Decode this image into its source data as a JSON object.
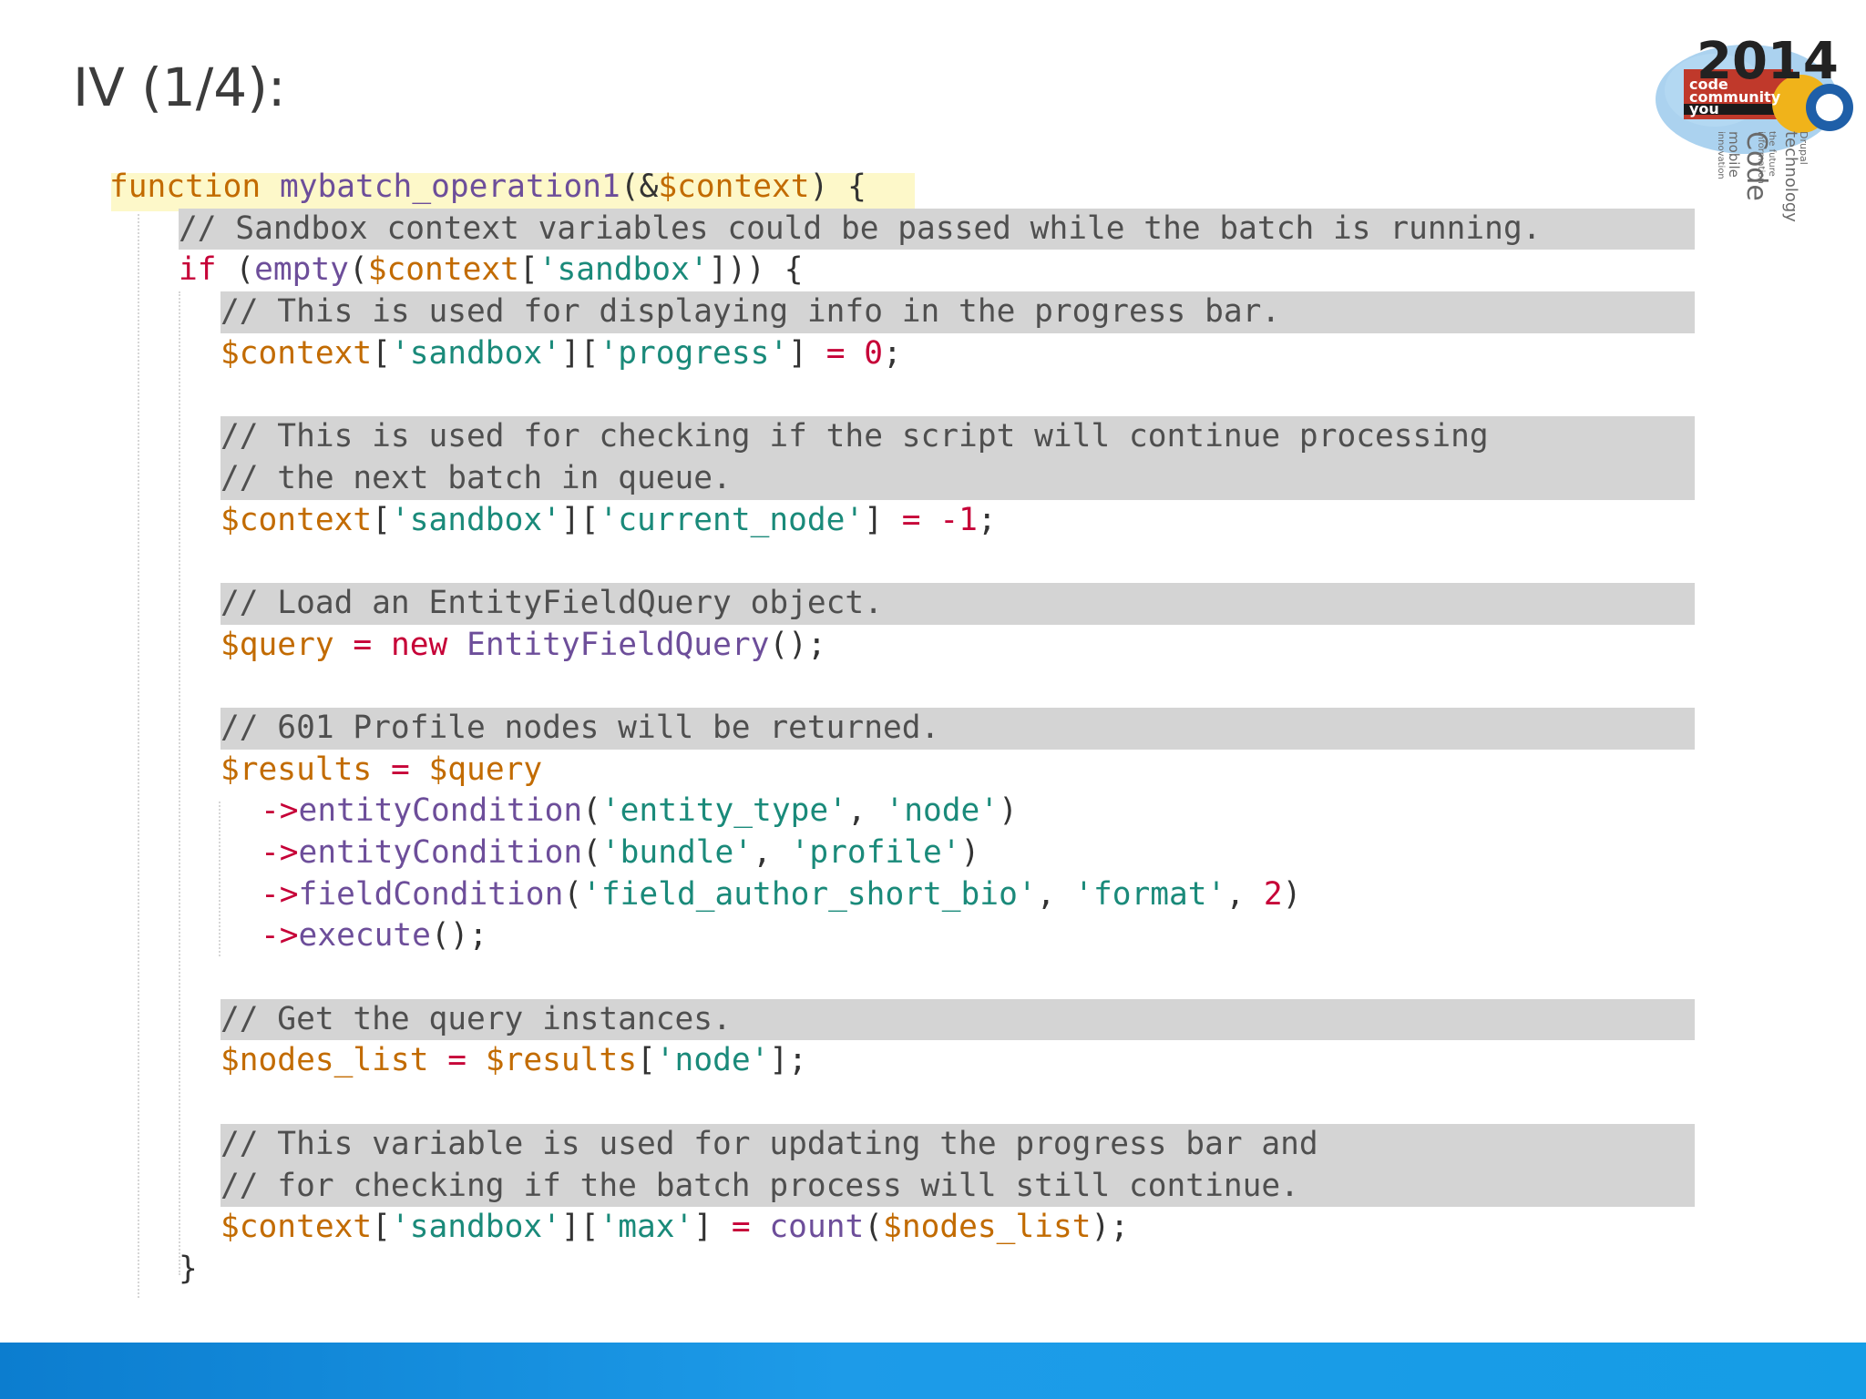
{
  "slide": {
    "title": "IV (1/4):"
  },
  "logo": {
    "year": "2014",
    "words": [
      "code",
      "community",
      "you"
    ],
    "side_words": [
      "mobile",
      "innovation",
      "Code",
      "information",
      "the future",
      "technology",
      "Drupal"
    ]
  },
  "code": {
    "lines": [
      {
        "indent": 0,
        "comment": false,
        "tokens": [
          [
            "kw",
            "function "
          ],
          [
            "fn",
            "mybatch_operation1"
          ],
          [
            "pun",
            "(&"
          ],
          [
            "var",
            "$context"
          ],
          [
            "pun",
            ") {"
          ]
        ]
      },
      {
        "indent": 1,
        "comment": true,
        "tokens": [
          [
            "cmt",
            "// Sandbox context variables could be passed while the batch is running."
          ]
        ]
      },
      {
        "indent": 1,
        "comment": false,
        "tokens": [
          [
            "kw2",
            "if "
          ],
          [
            "pun",
            "("
          ],
          [
            "fn",
            "empty"
          ],
          [
            "pun",
            "("
          ],
          [
            "var",
            "$context"
          ],
          [
            "pun",
            "["
          ],
          [
            "str",
            "'sandbox'"
          ],
          [
            "pun",
            "])) {"
          ]
        ]
      },
      {
        "indent": 2,
        "comment": true,
        "tokens": [
          [
            "cmt",
            "// This is used for displaying info in the progress bar."
          ]
        ]
      },
      {
        "indent": 2,
        "comment": false,
        "tokens": [
          [
            "var",
            "$context"
          ],
          [
            "pun",
            "["
          ],
          [
            "str",
            "'sandbox'"
          ],
          [
            "pun",
            "]["
          ],
          [
            "str",
            "'progress'"
          ],
          [
            "pun",
            "] "
          ],
          [
            "op",
            "="
          ],
          [
            "pun",
            " "
          ],
          [
            "num",
            "0"
          ],
          [
            "pun",
            ";"
          ]
        ]
      },
      {
        "indent": 2,
        "comment": false,
        "tokens": []
      },
      {
        "indent": 2,
        "comment": true,
        "tokens": [
          [
            "cmt",
            "// This is used for checking if the script will continue processing"
          ]
        ]
      },
      {
        "indent": 2,
        "comment": true,
        "tokens": [
          [
            "cmt",
            "// the next batch in queue."
          ]
        ]
      },
      {
        "indent": 2,
        "comment": false,
        "tokens": [
          [
            "var",
            "$context"
          ],
          [
            "pun",
            "["
          ],
          [
            "str",
            "'sandbox'"
          ],
          [
            "pun",
            "]["
          ],
          [
            "str",
            "'current_node'"
          ],
          [
            "pun",
            "] "
          ],
          [
            "op",
            "="
          ],
          [
            "pun",
            " "
          ],
          [
            "num",
            "-1"
          ],
          [
            "pun",
            ";"
          ]
        ]
      },
      {
        "indent": 2,
        "comment": false,
        "tokens": []
      },
      {
        "indent": 2,
        "comment": true,
        "tokens": [
          [
            "cmt",
            "// Load an EntityFieldQuery object."
          ]
        ]
      },
      {
        "indent": 2,
        "comment": false,
        "tokens": [
          [
            "var",
            "$query"
          ],
          [
            "pun",
            " "
          ],
          [
            "op",
            "="
          ],
          [
            "pun",
            " "
          ],
          [
            "kw2",
            "new "
          ],
          [
            "fn",
            "EntityFieldQuery"
          ],
          [
            "pun",
            "();"
          ]
        ]
      },
      {
        "indent": 2,
        "comment": false,
        "tokens": []
      },
      {
        "indent": 2,
        "comment": true,
        "tokens": [
          [
            "cmt",
            "// 601 Profile nodes will be returned."
          ]
        ]
      },
      {
        "indent": 2,
        "comment": false,
        "tokens": [
          [
            "var",
            "$results"
          ],
          [
            "pun",
            " "
          ],
          [
            "op",
            "="
          ],
          [
            "pun",
            " "
          ],
          [
            "var",
            "$query"
          ]
        ]
      },
      {
        "indent": 3,
        "comment": false,
        "tokens": [
          [
            "op",
            "->"
          ],
          [
            "fn",
            "entityCondition"
          ],
          [
            "pun",
            "("
          ],
          [
            "str",
            "'entity_type'"
          ],
          [
            "pun",
            ", "
          ],
          [
            "str",
            "'node'"
          ],
          [
            "pun",
            ")"
          ]
        ]
      },
      {
        "indent": 3,
        "comment": false,
        "tokens": [
          [
            "op",
            "->"
          ],
          [
            "fn",
            "entityCondition"
          ],
          [
            "pun",
            "("
          ],
          [
            "str",
            "'bundle'"
          ],
          [
            "pun",
            ", "
          ],
          [
            "str",
            "'profile'"
          ],
          [
            "pun",
            ")"
          ]
        ]
      },
      {
        "indent": 3,
        "comment": false,
        "tokens": [
          [
            "op",
            "->"
          ],
          [
            "fn",
            "fieldCondition"
          ],
          [
            "pun",
            "("
          ],
          [
            "str",
            "'field_author_short_bio'"
          ],
          [
            "pun",
            ", "
          ],
          [
            "str",
            "'format'"
          ],
          [
            "pun",
            ", "
          ],
          [
            "num",
            "2"
          ],
          [
            "pun",
            ")"
          ]
        ]
      },
      {
        "indent": 3,
        "comment": false,
        "tokens": [
          [
            "op",
            "->"
          ],
          [
            "fn",
            "execute"
          ],
          [
            "pun",
            "();"
          ]
        ]
      },
      {
        "indent": 2,
        "comment": false,
        "tokens": []
      },
      {
        "indent": 2,
        "comment": true,
        "tokens": [
          [
            "cmt",
            "// Get the query instances."
          ]
        ]
      },
      {
        "indent": 2,
        "comment": false,
        "tokens": [
          [
            "var",
            "$nodes_list"
          ],
          [
            "pun",
            " "
          ],
          [
            "op",
            "="
          ],
          [
            "pun",
            " "
          ],
          [
            "var",
            "$results"
          ],
          [
            "pun",
            "["
          ],
          [
            "str",
            "'node'"
          ],
          [
            "pun",
            "];"
          ]
        ]
      },
      {
        "indent": 2,
        "comment": false,
        "tokens": []
      },
      {
        "indent": 2,
        "comment": true,
        "tokens": [
          [
            "cmt",
            "// This variable is used for updating the progress bar and"
          ]
        ]
      },
      {
        "indent": 2,
        "comment": true,
        "tokens": [
          [
            "cmt",
            "// for checking if the batch process will still continue."
          ]
        ]
      },
      {
        "indent": 2,
        "comment": false,
        "tokens": [
          [
            "var",
            "$context"
          ],
          [
            "pun",
            "["
          ],
          [
            "str",
            "'sandbox'"
          ],
          [
            "pun",
            "]["
          ],
          [
            "str",
            "'max'"
          ],
          [
            "pun",
            "] "
          ],
          [
            "op",
            "="
          ],
          [
            "pun",
            " "
          ],
          [
            "fn",
            "count"
          ],
          [
            "pun",
            "("
          ],
          [
            "var",
            "$nodes_list"
          ],
          [
            "pun",
            ");"
          ]
        ]
      },
      {
        "indent": 1,
        "comment": false,
        "tokens": [
          [
            "pun",
            "}"
          ]
        ]
      }
    ]
  },
  "colors": {
    "comment_bg": "#d4d4d4",
    "function_line_highlight": "#fdf8c9",
    "bottom_bar": "#1d9be8"
  }
}
